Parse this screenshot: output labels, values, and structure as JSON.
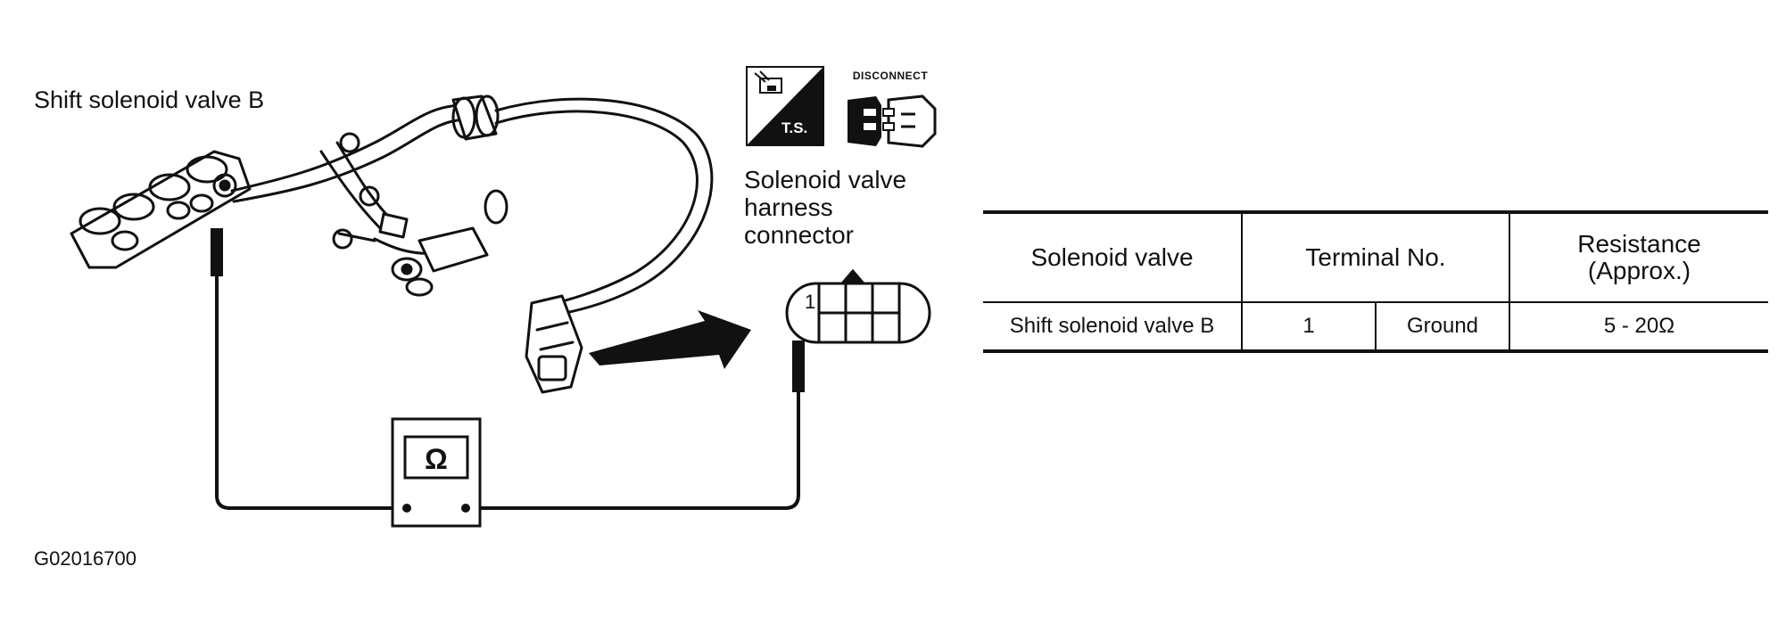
{
  "labels": {
    "valve": "Shift solenoid valve B",
    "connector_lines": [
      "Solenoid valve",
      "harness",
      "connector"
    ],
    "figure_id": "G02016700",
    "connector_pin": "1"
  },
  "icons": {
    "ts_text": "T.S.",
    "disconnect_text": "DISCONNECT",
    "meter_symbol": "Ω"
  },
  "table": {
    "headers": {
      "solenoid": "Solenoid valve",
      "terminal": "Terminal No.",
      "resistance_line1": "Resistance",
      "resistance_line2": "(Approx.)"
    },
    "row": {
      "valve": "Shift solenoid valve B",
      "terminal_a": "1",
      "terminal_b": "Ground",
      "resistance": "5 - 20Ω"
    }
  },
  "colors": {
    "ink": "#111111",
    "paper": "#ffffff"
  }
}
